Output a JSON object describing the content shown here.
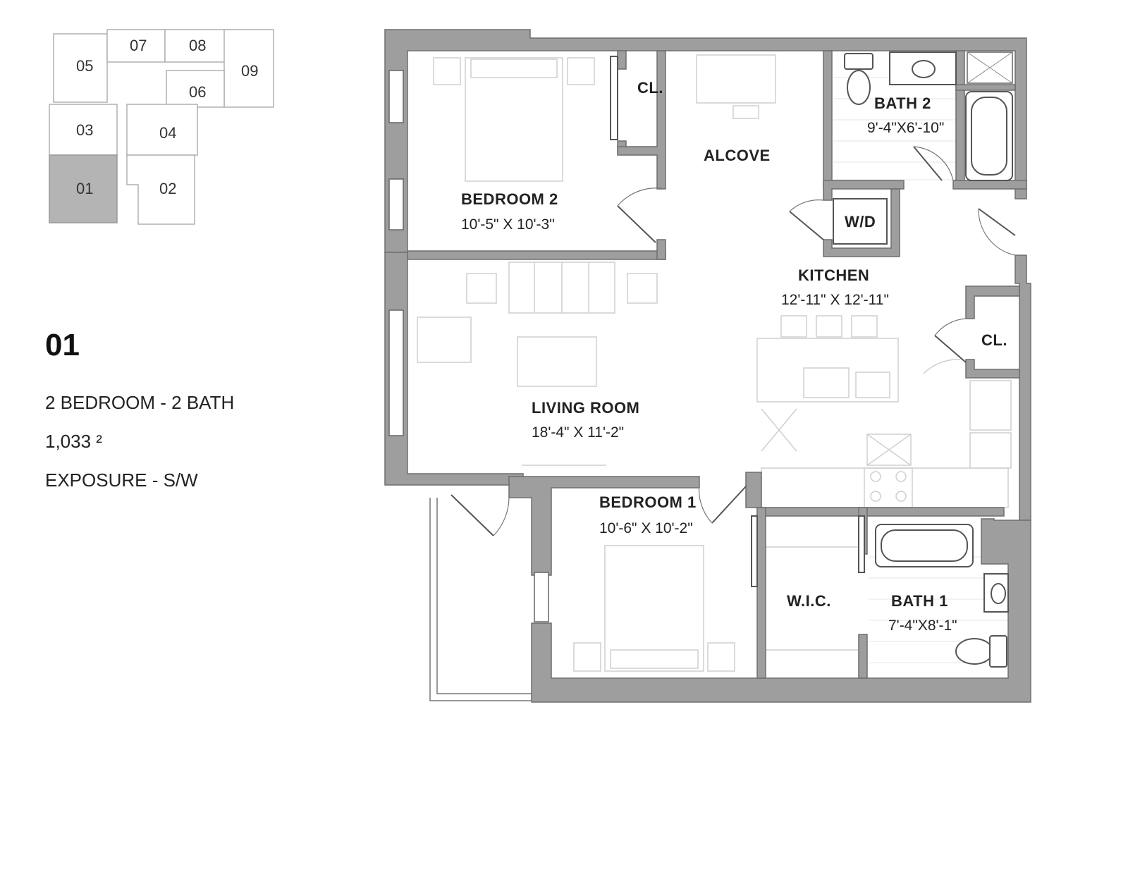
{
  "unit": {
    "number": "01",
    "type": "2 BEDROOM - 2 BATH",
    "area": "1,033 ²",
    "exposure": "EXPOSURE - S/W"
  },
  "keyplan": {
    "units": [
      "05",
      "07",
      "08",
      "09",
      "06",
      "03",
      "04",
      "01",
      "02"
    ],
    "highlighted": "01",
    "highlight_color": "#b4b4b4"
  },
  "rooms": {
    "bedroom2": {
      "name": "BEDROOM 2",
      "dim": "10'-5\" X 10'-3\""
    },
    "closet_top": {
      "name": "CL."
    },
    "alcove": {
      "name": "ALCOVE"
    },
    "bath2": {
      "name": "BATH 2",
      "dim": "9'-4\"X6'-10\""
    },
    "wd": {
      "name": "W/D"
    },
    "kitchen": {
      "name": "KITCHEN",
      "dim": "12'-11\" X 12'-11\""
    },
    "closet_right": {
      "name": "CL."
    },
    "living": {
      "name": "LIVING ROOM",
      "dim": "18'-4\" X 11'-2\""
    },
    "bedroom1": {
      "name": "BEDROOM 1",
      "dim": "10'-6\" X 10'-2\""
    },
    "wic": {
      "name": "W.I.C."
    },
    "bath1": {
      "name": "BATH 1",
      "dim": "7'-4\"X8'-1\""
    }
  },
  "colors": {
    "wall": "#9e9e9e",
    "furniture": "#cfcfcf"
  }
}
